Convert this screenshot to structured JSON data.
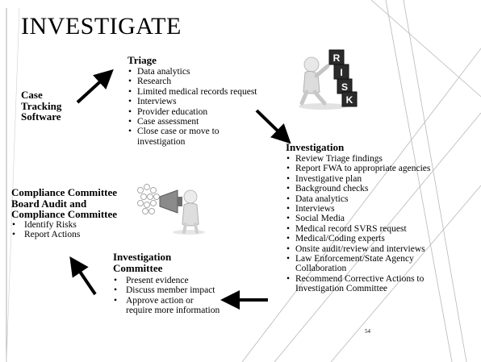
{
  "slide": {
    "title": "INVESTIGATE",
    "page_number": "54"
  },
  "case_tracking": {
    "line1": "Case",
    "line2": "Tracking",
    "line3": "Software"
  },
  "triage": {
    "heading": "Triage",
    "items": [
      "Data analytics",
      "Research",
      "Limited medical records request",
      "Interviews",
      "Provider education",
      "Case assessment",
      "Close case or move to investigation"
    ]
  },
  "investigation": {
    "heading": "Investigation",
    "items": [
      "Review Triage findings",
      "Report FWA to appropriate agencies",
      "Investigative plan",
      "Background checks",
      "Data analytics",
      "Interviews",
      "Social Media",
      "Medical record SVRS request",
      "Medical/Coding experts",
      "Onsite audit/review and interviews",
      "Law Enforcement/State Agency Collaboration",
      "Recommend Corrective Actions  to Investigation Committee"
    ]
  },
  "committee": {
    "heading_line1": "Investigation",
    "heading_line2": "Committee",
    "items": [
      "Present evidence",
      "Discuss member impact",
      "Approve action or require more information"
    ]
  },
  "compliance": {
    "line1": "Compliance Committee",
    "line2": "Board Audit and",
    "line3": "Compliance Committee",
    "items": [
      "Identify Risks",
      "Report Actions"
    ]
  },
  "risk_image": {
    "letters": [
      "R",
      "I",
      "S",
      "K"
    ]
  }
}
